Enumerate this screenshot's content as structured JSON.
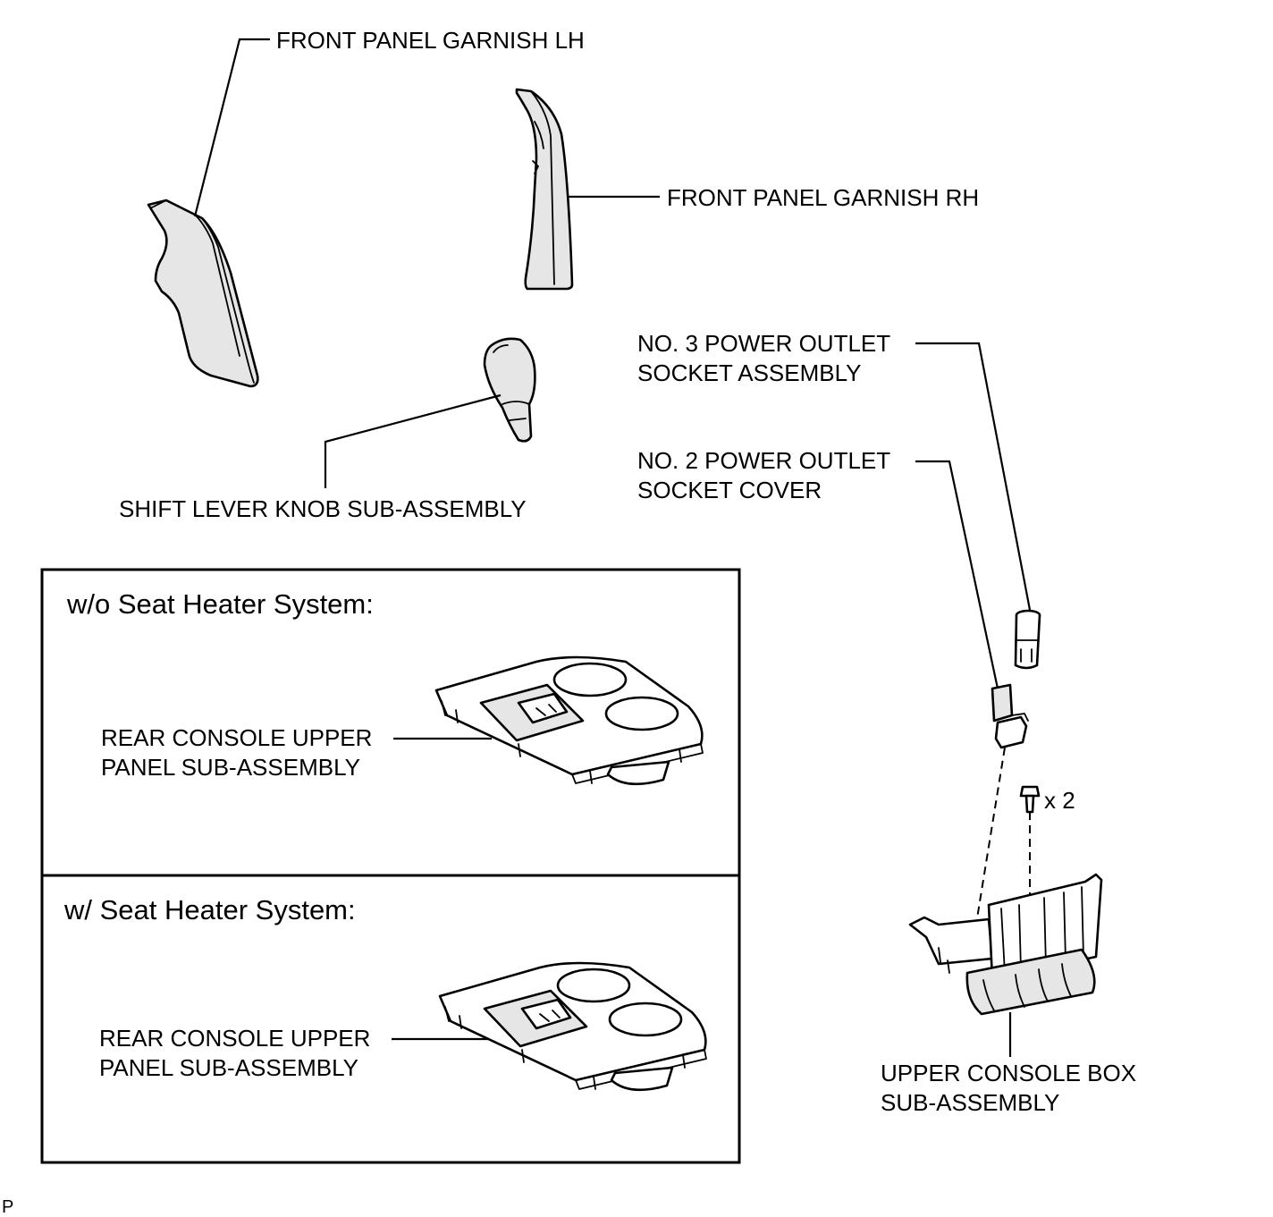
{
  "labels": {
    "front_panel_garnish_lh": "FRONT PANEL GARNISH LH",
    "front_panel_garnish_rh": "FRONT PANEL GARNISH RH",
    "shift_lever_knob": "SHIFT LEVER KNOB SUB-ASSEMBLY",
    "no3_outlet_line1": "NO. 3 POWER OUTLET",
    "no3_outlet_line2": "SOCKET ASSEMBLY",
    "no2_outlet_line1": "NO. 2 POWER OUTLET",
    "no2_outlet_line2": "SOCKET COVER",
    "bolt_qty": "x 2",
    "upper_console_box_line1": "UPPER CONSOLE BOX",
    "upper_console_box_line2": "SUB-ASSEMBLY",
    "corner_mark": "P"
  },
  "variants": [
    {
      "heading": "w/o Seat Heater System:",
      "part_line1": "REAR CONSOLE UPPER",
      "part_line2": "PANEL SUB-ASSEMBLY"
    },
    {
      "heading": "w/ Seat Heater System:",
      "part_line1": "REAR CONSOLE UPPER",
      "part_line2": "PANEL SUB-ASSEMBLY"
    }
  ],
  "icons": {
    "front_panel_garnish_lh": "garnish-lh-icon",
    "front_panel_garnish_rh": "garnish-rh-icon",
    "shift_lever_knob": "shift-knob-icon",
    "no3_outlet": "power-outlet-socket-icon",
    "no2_outlet": "socket-cover-icon",
    "bolt": "bolt-icon",
    "upper_console_box": "console-box-icon",
    "rear_console_panel": "console-panel-icon"
  }
}
